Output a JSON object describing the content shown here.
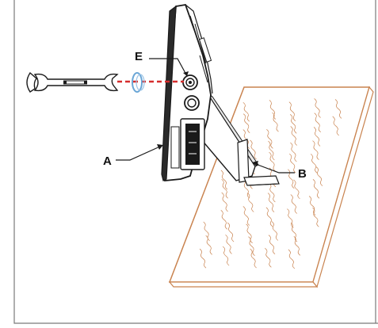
{
  "diagram": {
    "labels": {
      "a": "A",
      "b": "B",
      "e": "E"
    },
    "colors": {
      "frame": "#7a7a7a",
      "line": "#1a1a1a",
      "wood_outline": "#c9834f",
      "wood_grain": "#c9834f",
      "alignment_dash": "#d62d2d",
      "washer": "#6aa6d6"
    },
    "icons": [
      "wrench-icon",
      "washer-icon",
      "bolt-icon"
    ]
  }
}
